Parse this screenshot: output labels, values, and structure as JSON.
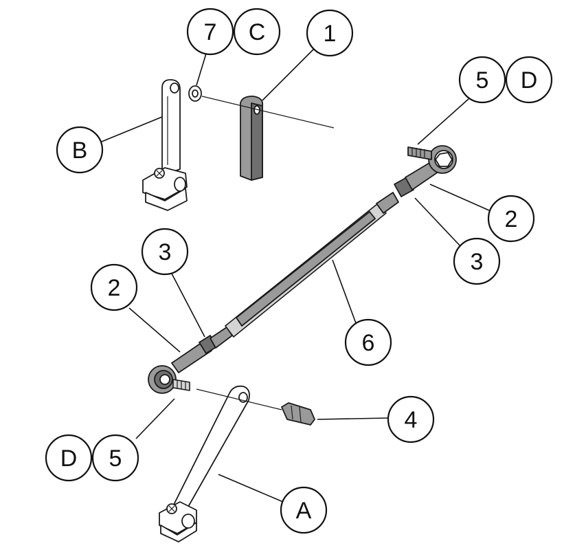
{
  "callouts": [
    {
      "id": "c7",
      "label": "7"
    },
    {
      "id": "cC",
      "label": "C"
    },
    {
      "id": "c1",
      "label": "1"
    },
    {
      "id": "c5top",
      "label": "5"
    },
    {
      "id": "cDtop",
      "label": "D"
    },
    {
      "id": "cB",
      "label": "B"
    },
    {
      "id": "c2right",
      "label": "2"
    },
    {
      "id": "c3right",
      "label": "3"
    },
    {
      "id": "c3left",
      "label": "3"
    },
    {
      "id": "c2left",
      "label": "2"
    },
    {
      "id": "c6",
      "label": "6"
    },
    {
      "id": "c4",
      "label": "4"
    },
    {
      "id": "cDbottom",
      "label": "D"
    },
    {
      "id": "c5bottom",
      "label": "5"
    },
    {
      "id": "cA",
      "label": "A"
    }
  ]
}
